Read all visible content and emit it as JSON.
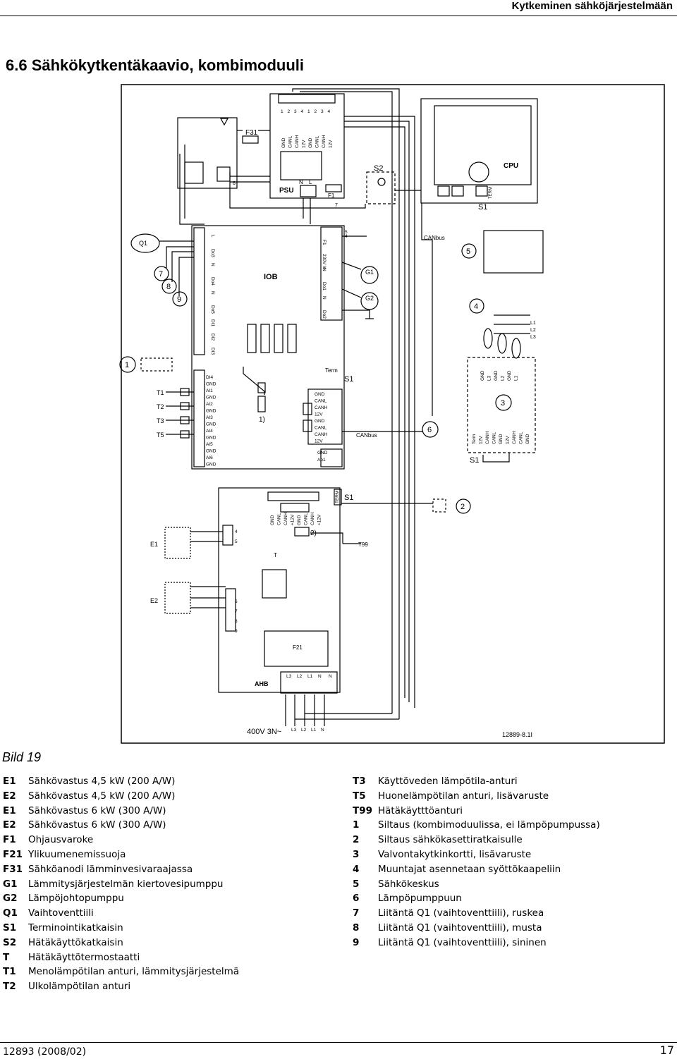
{
  "header": {
    "title": "Kytkeminen sähköjärjestelmään"
  },
  "section": {
    "title": "6.6   Sähkökytkentäkaavio, kombimoduuli"
  },
  "diagram": {
    "psu": {
      "label": "PSU",
      "pins_top": [
        "1",
        "2",
        "3",
        "4",
        "1",
        "2",
        "3",
        "4"
      ],
      "signals": [
        "GND",
        "CANL",
        "CANH",
        "12V",
        "GND",
        "CANL",
        "CANH",
        "12V"
      ],
      "n": "N",
      "l": "L",
      "fuse": "F1",
      "wire6": "6",
      "wire7": "7"
    },
    "f31": "F31",
    "s2": "S2",
    "cpu": {
      "label": "CPU",
      "term": "TERM",
      "s1": "S1"
    },
    "iob": {
      "label": "IOB",
      "left_top": [
        "L",
        "Do3",
        "N",
        "Do4",
        "N",
        "Do5",
        "DI1",
        "DI2",
        "DI3"
      ],
      "top_right": [
        "F1",
        "230V In",
        "N",
        "Do1",
        "N",
        "Do2"
      ],
      "wire54": [
        "5",
        "4"
      ],
      "sensor_pins": [
        "DI4",
        "GND",
        "AI1",
        "GND",
        "AI2",
        "GND",
        "AI3",
        "GND",
        "AI4",
        "GND",
        "AI5",
        "GND",
        "AI6",
        "GND"
      ],
      "can_pins": [
        "GND",
        "CANL",
        "CANH",
        "12V",
        "GND",
        "CANL",
        "CANH",
        "12V"
      ],
      "ao_pins": [
        "GND",
        "Ao1"
      ],
      "term": "Term",
      "s1": "S1",
      "canbus1": "CANbus",
      "canbus2": "CANbus",
      "note1": "1)"
    },
    "q1": "Q1",
    "g1": "G1",
    "g2": "G2",
    "sensors": [
      "T1",
      "T2",
      "T3",
      "T5"
    ],
    "callouts": [
      "1",
      "2",
      "3",
      "4",
      "5",
      "6",
      "7",
      "8",
      "9"
    ],
    "phases": [
      "L1",
      "L2",
      "L3"
    ],
    "monitor": {
      "top_pins": [
        "GND",
        "L3",
        "GND",
        "L2",
        "GND",
        "L1"
      ],
      "bottom_pins": [
        "Term",
        "12V",
        "CANH",
        "CANL",
        "GND",
        "12V",
        "CANH",
        "CANL",
        "GND"
      ],
      "s1": "S1"
    },
    "ahb": {
      "label": "AHB",
      "f21": "F21",
      "t99": "T99",
      "t": "T",
      "s1": "S1",
      "term": "TERM",
      "note2": "2)",
      "pins_top": [
        "GND",
        "CANL",
        "CANH",
        "+12V",
        "GND",
        "CANL",
        "CANH",
        "+12V"
      ],
      "terms_e1": [
        "4",
        "5"
      ],
      "terms_e2": [
        "6",
        "7",
        "8",
        "9"
      ],
      "bottom": [
        "L3",
        "L2",
        "L1",
        "N",
        "N"
      ]
    },
    "e1": "E1",
    "e2": "E2",
    "supply": {
      "voltage": "400V 3N~",
      "terminals": [
        "L3",
        "L2",
        "L1",
        "N"
      ]
    },
    "figure_id": "12889-8.1I"
  },
  "caption": "Bild 19",
  "legend_left": [
    {
      "code": "E1",
      "text": "Sähkövastus 4,5 kW (200 A/W)"
    },
    {
      "code": "E2",
      "text": "Sähkövastus 4,5 kW (200 A/W)"
    },
    {
      "code": "E1",
      "text": "Sähkövastus 6 kW (300 A/W)"
    },
    {
      "code": "E2",
      "text": "Sähkövastus 6 kW (300 A/W)"
    },
    {
      "code": "F1",
      "text": "Ohjausvaroke"
    },
    {
      "code": "F21",
      "text": "Ylikuumenemissuoja"
    },
    {
      "code": "F31",
      "text": "Sähköanodi lämminvesivaraajassa"
    },
    {
      "code": "G1",
      "text": "Lämmitysjärjestelmän kiertovesipumppu"
    },
    {
      "code": "G2",
      "text": "Lämpöjohtopumppu"
    },
    {
      "code": "Q1",
      "text": "Vaihtoventtiili"
    },
    {
      "code": "S1",
      "text": "Terminointikatkaisin"
    },
    {
      "code": "S2",
      "text": "Hätäkäyttökatkaisin"
    },
    {
      "code": "T",
      "text": "Hätäkäyttötermostaatti"
    },
    {
      "code": "T1",
      "text": "Menolämpötilan anturi, lämmitysjärjestelmä"
    },
    {
      "code": "T2",
      "text": "Ulkolämpötilan anturi"
    }
  ],
  "legend_right": [
    {
      "code": "T3",
      "text": "Käyttöveden lämpötila-anturi"
    },
    {
      "code": "T5",
      "text": "Huonelämpötilan anturi, lisävaruste"
    },
    {
      "code": "T99",
      "text": "Hätäkäytttöanturi"
    },
    {
      "code": "1",
      "text": "Siltaus (kombimoduulissa, ei lämpöpumpussa)"
    },
    {
      "code": "2",
      "text": "Siltaus sähkökasettiratkaisulle"
    },
    {
      "code": "3",
      "text": "Valvontakytkinkortti, lisävaruste"
    },
    {
      "code": "4",
      "text": "Muuntajat asennetaan syöttökaapeliin"
    },
    {
      "code": "5",
      "text": "Sähkökeskus"
    },
    {
      "code": "6",
      "text": "Lämpöpumppuun"
    },
    {
      "code": "7",
      "text": "Liitäntä Q1 (vaihtoventtiili), ruskea"
    },
    {
      "code": "8",
      "text": "Liitäntä Q1 (vaihtoventtiili), musta"
    },
    {
      "code": "9",
      "text": "Liitäntä Q1 (vaihtoventtiili), sininen"
    }
  ],
  "footer": {
    "left": "12893 (2008/02)",
    "page": "17"
  }
}
